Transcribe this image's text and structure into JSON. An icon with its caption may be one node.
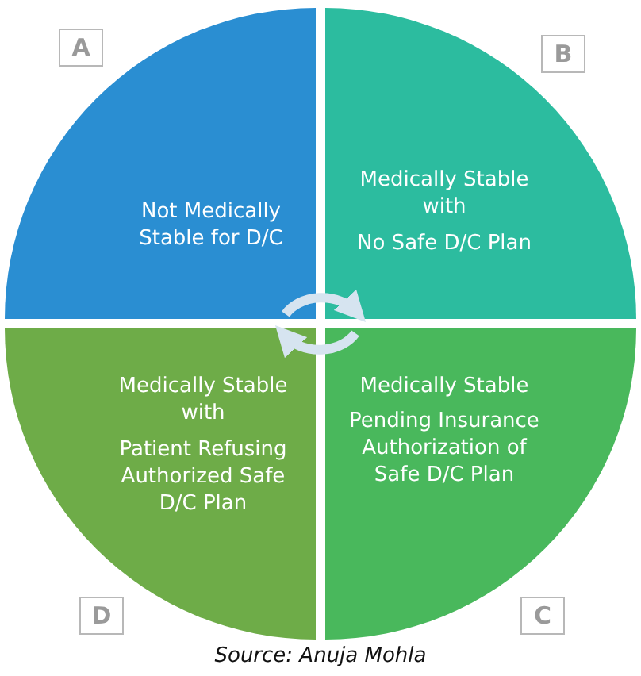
{
  "diagram": {
    "caption": "Source: Anuja Mohla",
    "nodes": [
      {
        "text": [
          "Not Medically Stable for D/C"
        ]
      },
      {
        "text": [
          "Medically Stable with",
          "No Safe D/C Plan"
        ]
      },
      {
        "text": [
          "Medically Stable",
          "Pending Insurance Authorization of Safe D/C Plan"
        ]
      },
      {
        "text": [
          "Medically Stable with",
          "Patient Refusing Authorized Safe D/C Plan"
        ]
      },
      {
        "text": [
          "A"
        ]
      },
      {
        "text": [
          "B"
        ]
      },
      {
        "text": [
          "C"
        ]
      },
      {
        "text": [
          "D"
        ]
      }
    ],
    "edges": [
      {
        "from": 0,
        "to": 1,
        "arrow": "to"
      },
      {
        "from": 2,
        "to": 3,
        "arrow": "to"
      }
    ]
  }
}
